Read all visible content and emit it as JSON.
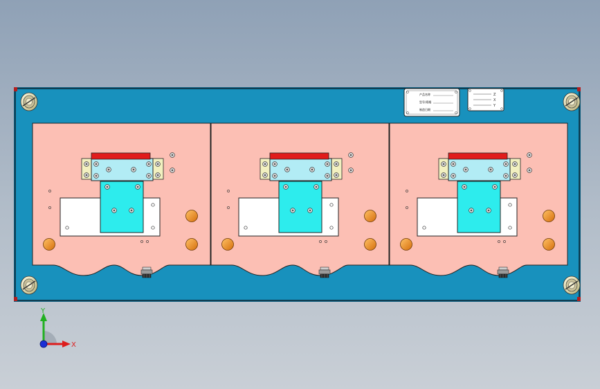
{
  "viewport": {
    "modules": [
      {
        "id": 1
      },
      {
        "id": 2
      },
      {
        "id": 3
      }
    ],
    "nameplate": {
      "line1": "产品名称",
      "line2": "型号/规格",
      "line3": "制造日期"
    },
    "axis_plate": {
      "labels": [
        "Z",
        "X",
        "Y"
      ]
    },
    "triad": {
      "x_label": "X",
      "y_label": "Y"
    }
  },
  "colors": {
    "base_plate": "#1891bd",
    "module_plate": "#fcbfb4",
    "clamp_block": "#2deced",
    "bracket": "#b2ecf5",
    "marker_strip": "#e11b1b",
    "pin": "#f08a18",
    "hinge": "#f0eba9"
  }
}
